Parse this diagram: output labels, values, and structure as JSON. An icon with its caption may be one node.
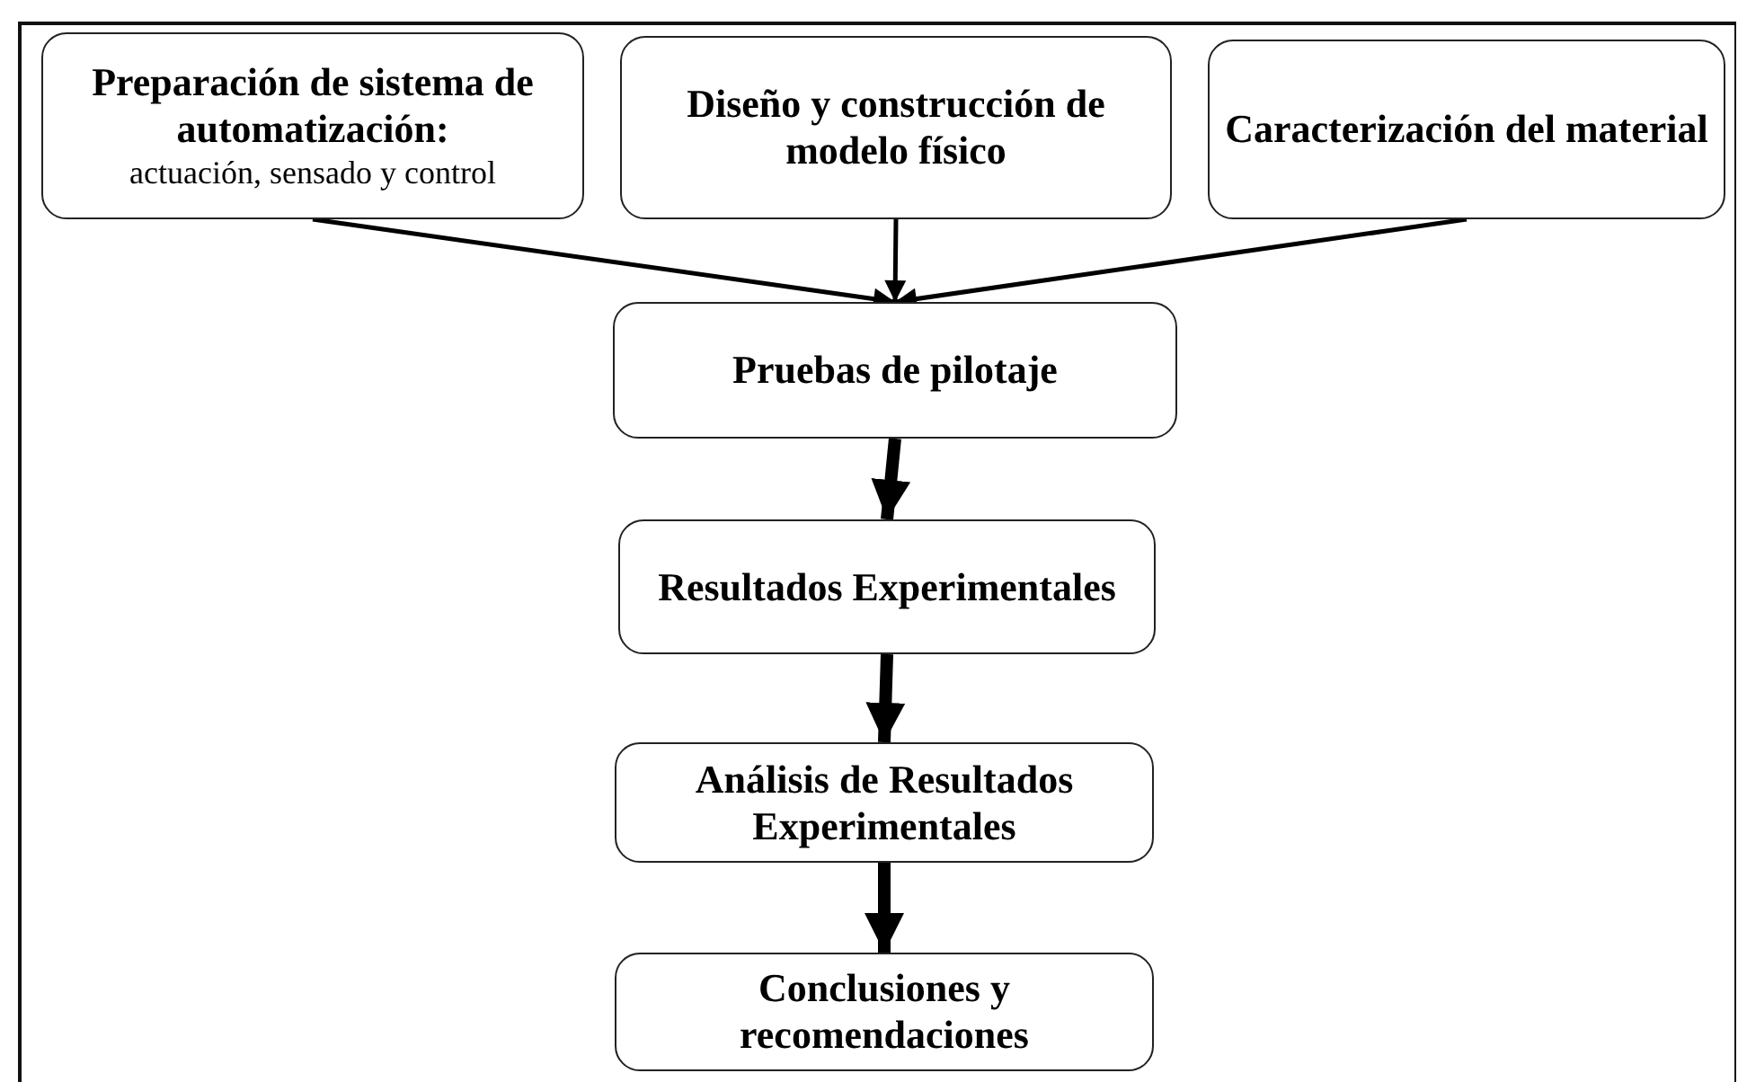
{
  "diagram": {
    "nodes": [
      {
        "text": [
          "Preparación de sistema de automatización:",
          "actuación, sensado y control"
        ]
      },
      {
        "text": [
          "Diseño y construcción de modelo físico"
        ]
      },
      {
        "text": [
          "Caracterización del material"
        ]
      },
      {
        "text": [
          "Pruebas de pilotaje"
        ]
      },
      {
        "text": [
          "Resultados Experimentales"
        ]
      },
      {
        "text": [
          "Análisis de Resultados Experimentales"
        ]
      },
      {
        "text": [
          "Conclusiones y recomendaciones"
        ]
      }
    ],
    "edges": [
      {
        "from": 0,
        "to": 3,
        "arrow": "to"
      },
      {
        "from": 1,
        "to": 3,
        "arrow": "to"
      },
      {
        "from": 2,
        "to": 3,
        "arrow": "to"
      },
      {
        "from": 3,
        "to": 4,
        "arrow": "to",
        "style": "thick"
      },
      {
        "from": 4,
        "to": 5,
        "arrow": "to",
        "style": "thick"
      },
      {
        "from": 5,
        "to": 6,
        "arrow": "to",
        "style": "thick"
      }
    ]
  }
}
